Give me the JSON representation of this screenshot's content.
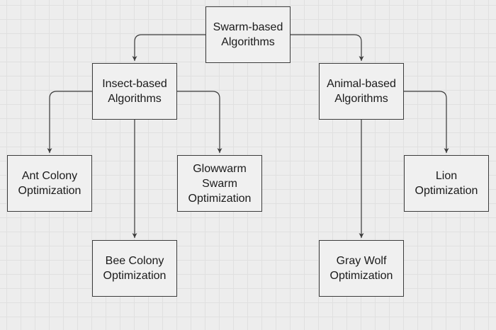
{
  "diagram": {
    "nodes": [
      {
        "id": "swarm",
        "label": "Swarm-based Algorithms"
      },
      {
        "id": "insect",
        "label": "Insect-based Algorithms"
      },
      {
        "id": "animal",
        "label": "Animal-based Algorithms"
      },
      {
        "id": "ant",
        "label": "Ant Colony Optimization"
      },
      {
        "id": "glowworm",
        "label": "Glowwarm Swarm Optimization"
      },
      {
        "id": "bee",
        "label": "Bee Colony Optimization"
      },
      {
        "id": "lion",
        "label": "Lion Optimization"
      },
      {
        "id": "wolf",
        "label": "Gray Wolf Optimization"
      }
    ],
    "edges": [
      {
        "from": "swarm",
        "to": "insect"
      },
      {
        "from": "swarm",
        "to": "animal"
      },
      {
        "from": "insect",
        "to": "ant"
      },
      {
        "from": "insect",
        "to": "glowworm"
      },
      {
        "from": "insect",
        "to": "bee"
      },
      {
        "from": "animal",
        "to": "lion"
      },
      {
        "from": "animal",
        "to": "wolf"
      }
    ],
    "colors": {
      "canvas": "#ededed",
      "grid": "#e0e0e0",
      "node_fill": "#f0f0f0",
      "stroke": "#3b3b3b",
      "text": "#1a1a1a"
    }
  }
}
